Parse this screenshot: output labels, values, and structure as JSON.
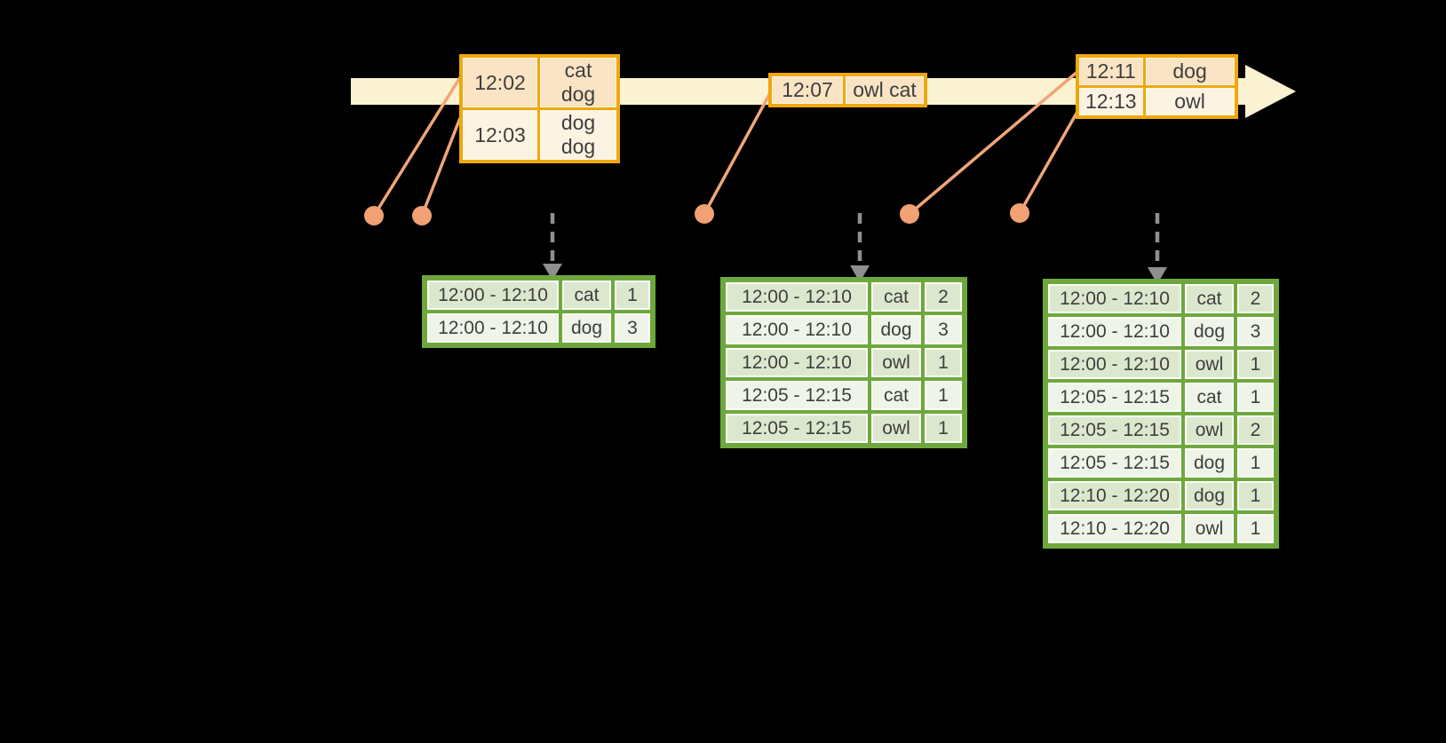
{
  "diagram_title": "streaming-windowed-word-counts",
  "colors": {
    "background": "#000000",
    "timeline_fill": "#FBF2D1",
    "event_border": "#F0A70A",
    "event_row_dark": "#FAE4C4",
    "event_row_light": "#FDF3E2",
    "dot_salmon": "#F1A173",
    "connector_salmon": "#F0A678",
    "dashed_arrow_gray": "#8F8F8F",
    "result_border": "#6EA83D",
    "result_row_dark": "#DCE8CE",
    "result_row_light": "#EFF4E9",
    "text": "#3E3E3E"
  },
  "event_boxes": [
    {
      "name": "events-first-trigger",
      "rows": [
        {
          "time": "12:02",
          "words": "cat dog"
        },
        {
          "time": "12:03",
          "words": "dog dog"
        }
      ]
    },
    {
      "name": "events-second-trigger",
      "rows": [
        {
          "time": "12:07",
          "words": "owl cat"
        }
      ]
    },
    {
      "name": "events-third-trigger",
      "rows": [
        {
          "time": "12:11",
          "words": "dog"
        },
        {
          "time": "12:13",
          "words": "owl"
        }
      ]
    }
  ],
  "result_tables": [
    {
      "name": "result-table-1",
      "rows": [
        [
          "12:00 - 12:10",
          "cat",
          "1"
        ],
        [
          "12:00 - 12:10",
          "dog",
          "3"
        ]
      ]
    },
    {
      "name": "result-table-2",
      "rows": [
        [
          "12:00 - 12:10",
          "cat",
          "2"
        ],
        [
          "12:00 - 12:10",
          "dog",
          "3"
        ],
        [
          "12:00 - 12:10",
          "owl",
          "1"
        ],
        [
          "12:05 - 12:15",
          "cat",
          "1"
        ],
        [
          "12:05 - 12:15",
          "owl",
          "1"
        ]
      ]
    },
    {
      "name": "result-table-3",
      "rows": [
        [
          "12:00 - 12:10",
          "cat",
          "2"
        ],
        [
          "12:00 - 12:10",
          "dog",
          "3"
        ],
        [
          "12:00 - 12:10",
          "owl",
          "1"
        ],
        [
          "12:05 - 12:15",
          "cat",
          "1"
        ],
        [
          "12:05 - 12:15",
          "owl",
          "2"
        ],
        [
          "12:05 - 12:15",
          "dog",
          "1"
        ],
        [
          "12:10 - 12:20",
          "dog",
          "1"
        ],
        [
          "12:10 - 12:20",
          "owl",
          "1"
        ]
      ]
    }
  ]
}
